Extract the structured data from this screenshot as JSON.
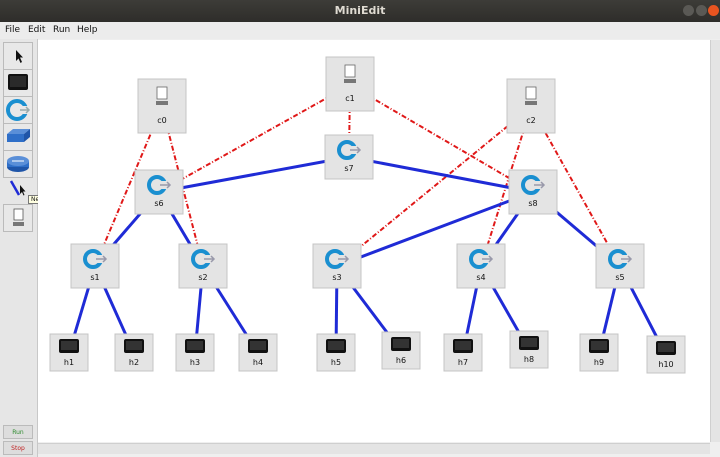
{
  "window": {
    "title": "MiniEdit"
  },
  "menu": {
    "items": [
      "File",
      "Edit",
      "Run",
      "Help"
    ]
  },
  "toolbar": {
    "tools": [
      "select-tool",
      "host-tool",
      "switch-tool",
      "legacy-switch-tool",
      "router-tool",
      "netlink-tool",
      "controller-tool"
    ],
    "tooltip": "NetLink",
    "run_label": "Run",
    "stop_label": "Stop"
  },
  "topology": {
    "controllers": [
      {
        "id": "c0",
        "label": "c0"
      },
      {
        "id": "c1",
        "label": "c1"
      },
      {
        "id": "c2",
        "label": "c2"
      }
    ],
    "switches": [
      {
        "id": "s1",
        "label": "s1"
      },
      {
        "id": "s2",
        "label": "s2"
      },
      {
        "id": "s3",
        "label": "s3"
      },
      {
        "id": "s4",
        "label": "s4"
      },
      {
        "id": "s5",
        "label": "s5"
      },
      {
        "id": "s6",
        "label": "s6"
      },
      {
        "id": "s7",
        "label": "s7"
      },
      {
        "id": "s8",
        "label": "s8"
      }
    ],
    "hosts": [
      {
        "id": "h1",
        "label": "h1"
      },
      {
        "id": "h2",
        "label": "h2"
      },
      {
        "id": "h3",
        "label": "h3"
      },
      {
        "id": "h4",
        "label": "h4"
      },
      {
        "id": "h5",
        "label": "h5"
      },
      {
        "id": "h6",
        "label": "h6"
      },
      {
        "id": "h7",
        "label": "h7"
      },
      {
        "id": "h8",
        "label": "h8"
      },
      {
        "id": "h9",
        "label": "h9"
      },
      {
        "id": "h10",
        "label": "h10"
      }
    ],
    "links": [
      [
        "s6",
        "s7"
      ],
      [
        "s7",
        "s8"
      ],
      [
        "s6",
        "s1"
      ],
      [
        "s6",
        "s2"
      ],
      [
        "s8",
        "s3"
      ],
      [
        "s8",
        "s4"
      ],
      [
        "s8",
        "s5"
      ],
      [
        "s1",
        "h1"
      ],
      [
        "s1",
        "h2"
      ],
      [
        "s2",
        "h3"
      ],
      [
        "s2",
        "h4"
      ],
      [
        "s3",
        "h5"
      ],
      [
        "s3",
        "h6"
      ],
      [
        "s4",
        "h7"
      ],
      [
        "s4",
        "h8"
      ],
      [
        "s5",
        "h9"
      ],
      [
        "s5",
        "h10"
      ]
    ],
    "controller_links": [
      [
        "c0",
        "s1"
      ],
      [
        "c0",
        "s2"
      ],
      [
        "c1",
        "s6"
      ],
      [
        "c1",
        "s7"
      ],
      [
        "c1",
        "s8"
      ],
      [
        "c2",
        "s3"
      ],
      [
        "c2",
        "s4"
      ],
      [
        "c2",
        "s5"
      ]
    ],
    "colors": {
      "link": "#1f2bd6",
      "controller_link": "#e01818",
      "switch_icon": "#1a8fd0"
    }
  }
}
